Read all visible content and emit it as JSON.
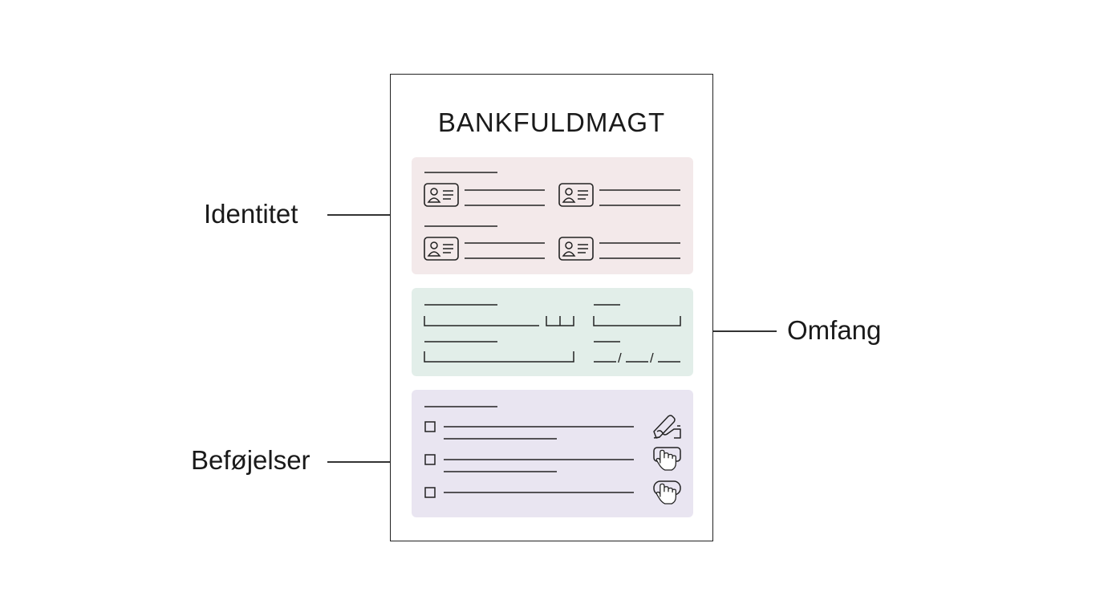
{
  "document": {
    "title": "BANKFULDMAGT"
  },
  "callouts": {
    "identity": "Identitet",
    "scope": "Omfang",
    "powers": "Beføjelser"
  },
  "sections": {
    "identity": {
      "id_card_count": 4,
      "icon": "id-card-icon"
    },
    "scope": {
      "date_separator_1": "/",
      "date_separator_2": "/"
    },
    "powers": {
      "checkbox_count": 3,
      "icons": [
        "pen-signature-icon",
        "hand-tap-icon",
        "hand-tap-icon"
      ]
    }
  },
  "colors": {
    "identity_panel": "#f3e9ea",
    "scope_panel": "#e2eee9",
    "powers_panel": "#e9e5f1",
    "ink": "#222222"
  }
}
